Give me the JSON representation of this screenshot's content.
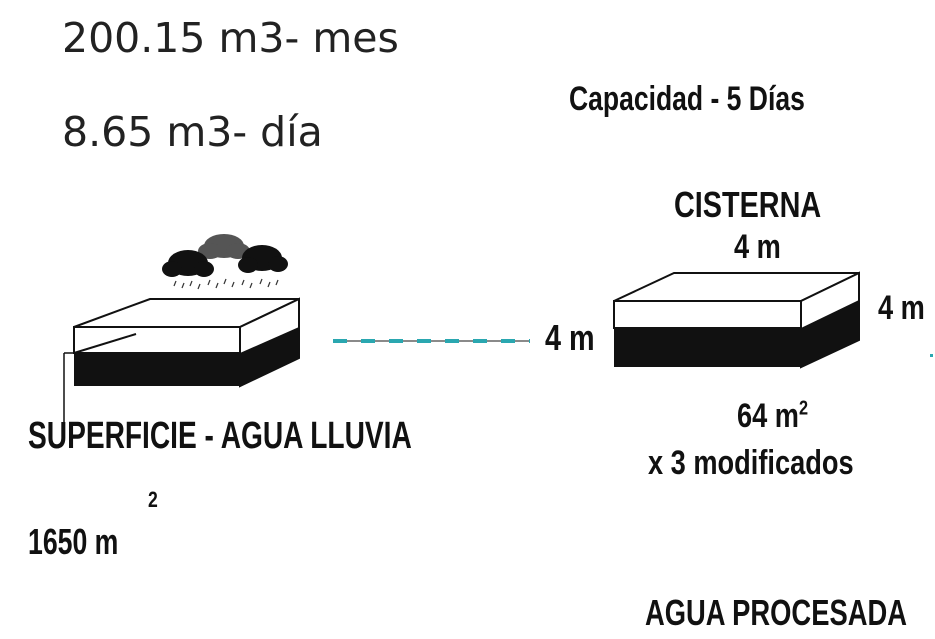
{
  "monthly_volume": "200.15 m3- mes",
  "daily_volume": "8.65 m3- día",
  "capacity": "Capacidad - 5 Días",
  "cistern": {
    "title": "CISTERNA",
    "top_dim": "4 m",
    "right_dim": "4 m",
    "left_dim": "4 m",
    "area_value": "64 m",
    "area_exp": "2",
    "multiplier": "x 3 modificados"
  },
  "surface": {
    "title": "SUPERFICIE - AGUA LLUVIA",
    "area_value": "1650 m",
    "area_exp": "2"
  },
  "processed_water": "AGUA PROCESADA",
  "colors": {
    "accent_dash": "#2aa7b0",
    "connector": "#8a8a8a",
    "fill_dark": "#111111"
  }
}
